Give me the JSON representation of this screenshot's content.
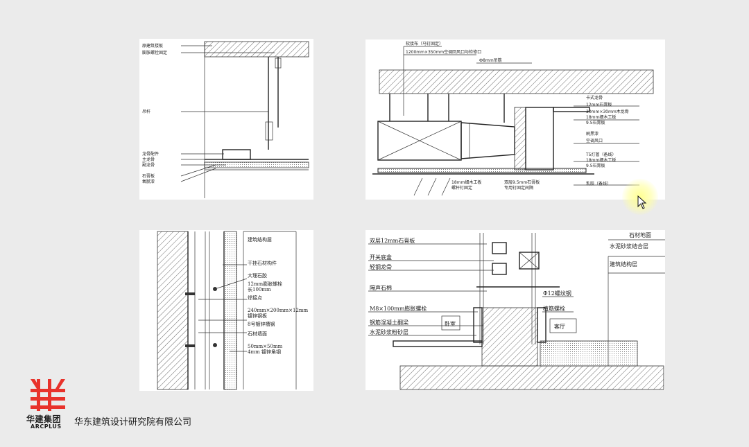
{
  "company": {
    "logo_cn": "华建集团",
    "logo_en": "ARCPLUS",
    "name": "华东建筑设计研究院有限公司",
    "brand_color": "#e8322b"
  },
  "panel1": {
    "labels": [
      "原建筑楼板",
      "膨胀螺栓固定",
      "吊杆",
      "龙骨配件",
      "主龙骨",
      "副龙骨",
      "石膏板",
      "氧腻漆"
    ]
  },
  "panel2": {
    "labels": [
      "软接布（马钉固定）",
      "1200mm×350mm空调回风口与检修口",
      "Ф8mm吊筋",
      "卡式龙骨",
      "12mm石膏板",
      "30mm×30mm木龙骨",
      "18mm细木工板",
      "9.5石膏板",
      "刷黑漆",
      "空调风口",
      "T5灯管（备线）",
      "18mm细木工板",
      "9.5石膏板",
      "乳胶（备线）",
      "18mm细木工板",
      "螺杆钉固定",
      "双层9.5mm石膏板",
      "专用钉固定间隔"
    ]
  },
  "panel3": {
    "labels": [
      "建筑结构层",
      "干挂石材构件",
      "大理石胶",
      "12mm膨胀螺栓",
      "长100mm",
      "焊接点",
      "240mm×200mm×12mm",
      "镀锌钢板",
      "8号镀锌槽钢",
      "石材墙面",
      "50mm×50mm",
      "4mm 镀锌角钢"
    ]
  },
  "panel4": {
    "labels": [
      "双层12mm石膏板",
      "开关底盒",
      "轻钢龙骨",
      "隔声石棉",
      "M8×100mm膨胀螺栓",
      "钢筋混凝土翻梁",
      "水泥砂浆粉砂层",
      "Ф12螺纹钢",
      "植筋螺栓",
      "卧室",
      "客厅",
      "石材地面",
      "水泥砂浆结合层",
      "建筑结构层"
    ]
  }
}
